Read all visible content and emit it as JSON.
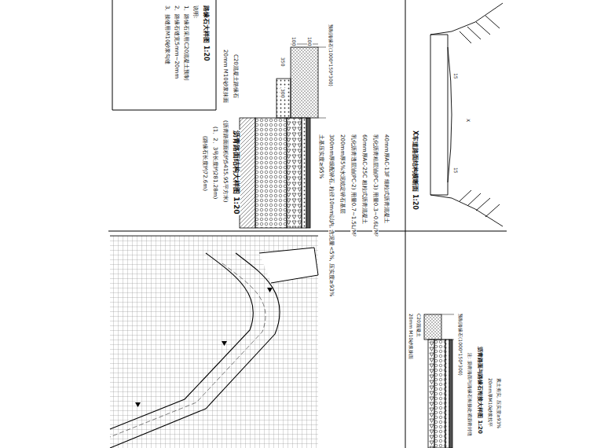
{
  "diagram": {
    "labels": [
      "路缘石大样图 1:20",
      "说明:",
      "1、路缘石采用C20混凝土预制",
      "2、路缘石缝宽5mm~20mm",
      "3、接缝用M10砂浆勾缝",
      "C20混凝土路缘石",
      "20mm M10砂浆抹面",
      "沥青路面结构大样图 1:20",
      "(沥青路面面积约5415.95平方米)",
      "(1、2、3号长度约281.28m)",
      "(路缘石长度约72.6m)",
      "预制路缘石(1000*150*300)",
      "100",
      "100",
      "350",
      "300",
      "40mm厚AC-13F 细粒式沥青混凝土",
      "乳化沥青粘层油(PC-3) 用量0.3~0.6L/M²",
      "60mm厚AC-25C 粗粒式沥青混凝土",
      "乳化沥青透层油(PC-2) 用量0.7~1.5L/M²",
      "200mm厚5%水泥稳定碎石基层",
      "300mm厚级配碎石, 粒径10mm以内, 含泥量<5%, 压实度≥93%",
      "土基压实度≥95%",
      "X车道路面结构横断面 1:20",
      "15",
      "15",
      "X",
      "20mm M10砂浆抹面",
      "C20混凝土",
      "预制路缘石(1000*150*300)",
      "注: 沥青路面与路缘石衔接处灌沥青封缝",
      "沥青路面与路缘石衔接大样图 1:20",
      "20mm厚M10砂浆找平",
      "素土夯实, 压实度≥93%"
    ]
  }
}
